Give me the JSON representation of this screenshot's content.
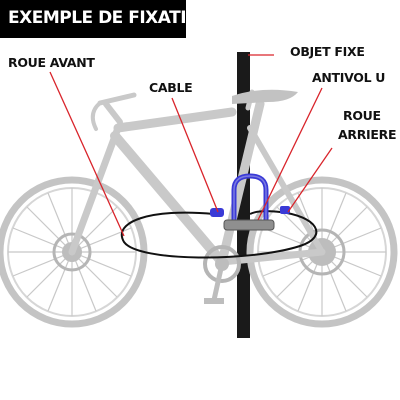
{
  "title": "EXEMPLE DE FIXATION",
  "labels": {
    "roue_avant": "ROUE AVANT",
    "cable": "CABLE",
    "objet_fixe": "OBJET FIXE",
    "antivol_u": "ANTIVOL U",
    "roue_arriere_1": "ROUE",
    "roue_arriere_2": "ARRIERE"
  },
  "colors": {
    "title_bg": "#000000",
    "title_text": "#ffffff",
    "leader_line": "#d9242b",
    "bike_frame": "#c9c9c9",
    "post": "#1a1a1a",
    "lock": "#3a3ad6"
  }
}
